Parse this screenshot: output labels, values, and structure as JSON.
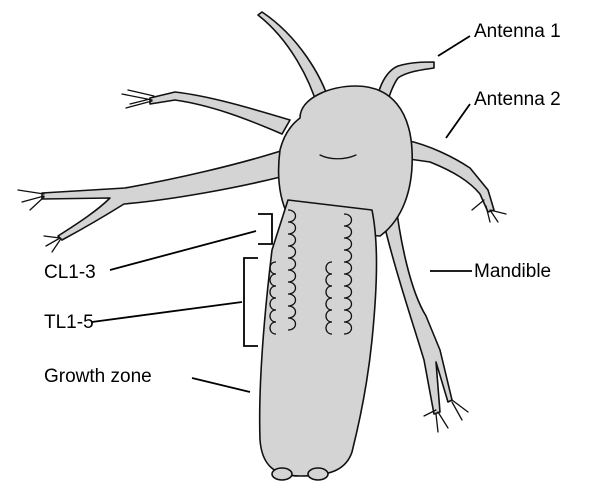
{
  "labels": {
    "antenna1": "Antenna 1",
    "antenna2": "Antenna 2",
    "mandible": "Mandible",
    "cl": "CL1-3",
    "tl": "TL1-5",
    "growth_zone": "Growth zone"
  },
  "colors": {
    "body_fill": "#d4d4d4",
    "outline": "#111111",
    "background": "#ffffff"
  }
}
